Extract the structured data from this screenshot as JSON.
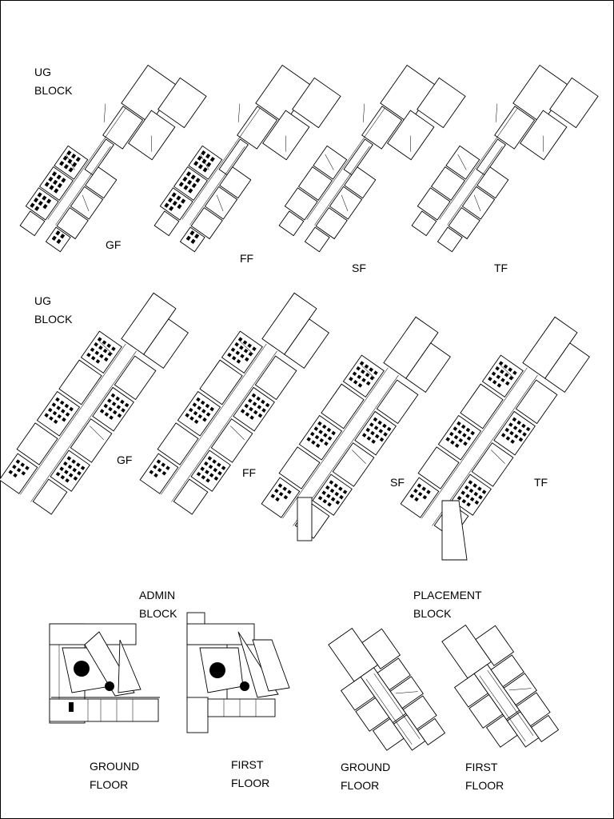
{
  "labels": {
    "ug_block_1": "UG\nBLOCK",
    "ug_block_2": "UG\nBLOCK",
    "admin_block": "ADMIN\nBLOCK",
    "placement_block": "PLACEMENT\nBLOCK",
    "row1": {
      "gf": "GF",
      "ff": "FF",
      "sf": "SF",
      "tf": "TF"
    },
    "row2": {
      "gf": "GF",
      "ff": "FF",
      "sf": "SF",
      "tf": "TF"
    },
    "admin": {
      "ground": "GROUND\nFLOOR",
      "first": "FIRST\nFLOOR"
    },
    "placement": {
      "ground": "GROUND\nFLOOR",
      "first": "FIRST\nFLOOR"
    }
  },
  "colors": {
    "line": "#000000",
    "background": "#ffffff"
  }
}
